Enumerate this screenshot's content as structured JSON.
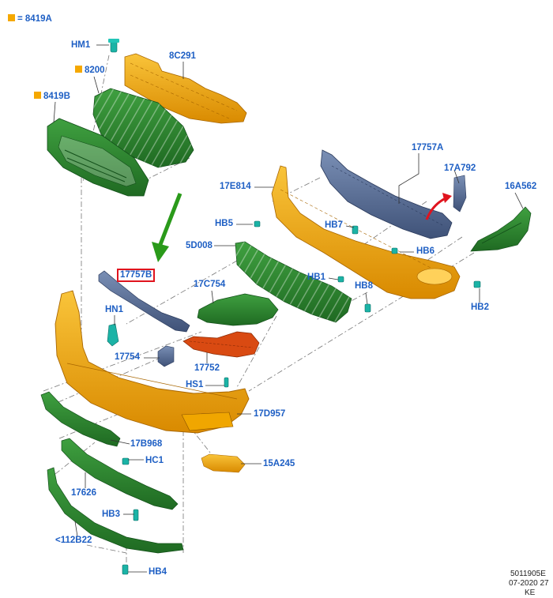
{
  "legend": {
    "text": "= 8419A",
    "color": "#f5a800"
  },
  "labels": {
    "hm1": "HM1",
    "p8200": "8200",
    "p8c291": "8C291",
    "p8419b": "8419B",
    "p17757a": "17757A",
    "p17a792": "17A792",
    "p17e814": "17E814",
    "p16a562": "16A562",
    "hb5": "HB5",
    "hb7": "HB7",
    "p5d008": "5D008",
    "hb6": "HB6",
    "p17757b": "17757B",
    "p17c754": "17C754",
    "hb1": "HB1",
    "hb8": "HB8",
    "hn1": "HN1",
    "hb2": "HB2",
    "p17754": "17754",
    "p17752": "17752",
    "hs1": "HS1",
    "p17d957": "17D957",
    "p17b968": "17B968",
    "hc1": "HC1",
    "p15a245": "15A245",
    "p17626": "17626",
    "hb3": "HB3",
    "p112b22": "<112B22",
    "hb4": "HB4"
  },
  "flagged": {
    "p8200": true,
    "p8419b": true
  },
  "highlighted_part": "17757B",
  "footer": {
    "line1": "5011905E",
    "line2": "07-2020 27",
    "line3": "KE"
  },
  "colors": {
    "label": "#1e5fc4",
    "orange": "#f5a800",
    "green": "#2f8a2f",
    "blue": "#5a6f95",
    "red": "#d93a10",
    "teal": "#1bb3a6",
    "arrow_green": "#2a9a1a",
    "arrow_red": "#e0141e"
  }
}
